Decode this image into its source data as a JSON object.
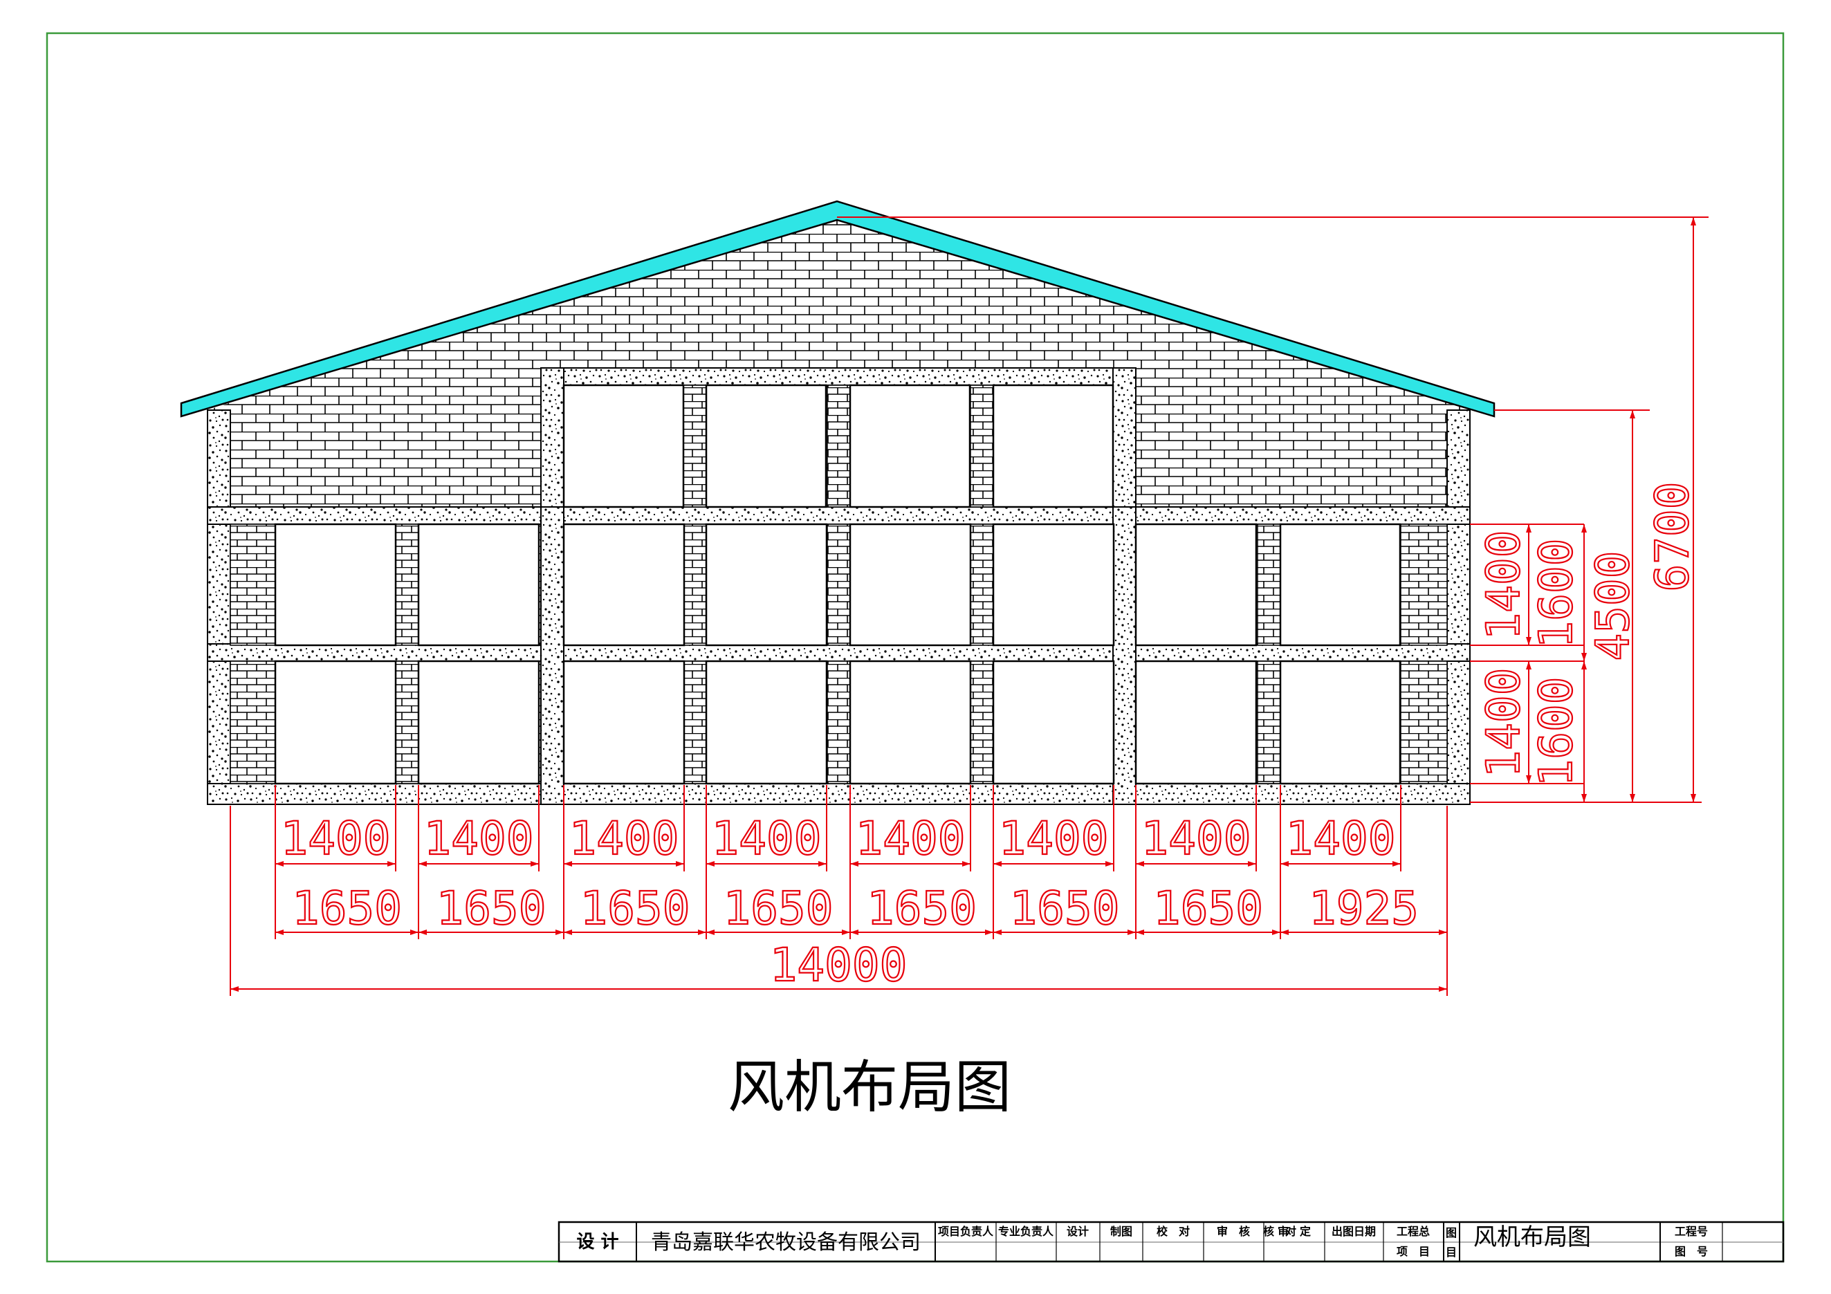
{
  "drawing": {
    "title": "风机布局图",
    "bottom_dims": {
      "fan_width": [
        "1400",
        "1400",
        "1400",
        "1400",
        "1400",
        "1400",
        "1400",
        "1400"
      ],
      "bay_spacing": [
        "1650",
        "1650",
        "1650",
        "1650",
        "1650",
        "1650",
        "1650",
        "1925"
      ],
      "total_width": "14000"
    },
    "right_dims": {
      "fan_height_top": "1400",
      "bay_height_top": "1600",
      "fan_height_bottom": "1400",
      "bay_height_bottom": "1600",
      "eave_height": "4500",
      "ridge_height": "6700"
    },
    "colors": {
      "roof": "#2fe5e5",
      "dimension": "#e8000b",
      "border": "#3a9a3a"
    }
  },
  "title_block": {
    "design_label": "设  计",
    "company": "青岛嘉联华农牧设备有限公司",
    "project_lead": "项目负责人",
    "discipline_lead": "专业负责人",
    "designer": "设计",
    "drafter": "制图",
    "checker": "校　对",
    "reviewer": "审　核",
    "verifier": "核　对",
    "approver": "审　定",
    "issue_date": "出图日期",
    "project_total": "工程总",
    "project_item": "项　目",
    "drawing_label_1": "图",
    "drawing_label_2": "目",
    "drawing_name": "风机布局图",
    "job_no": "工程号",
    "sheet_no": "图　号"
  }
}
